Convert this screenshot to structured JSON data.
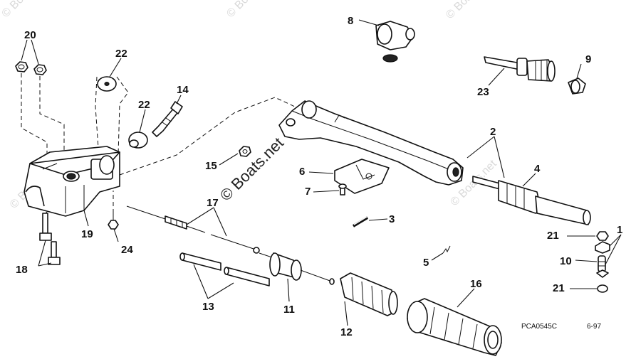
{
  "callouts": {
    "c1": "1",
    "c2": "2",
    "c3": "3",
    "c4": "4",
    "c5": "5",
    "c6": "6",
    "c7": "7",
    "c8": "8",
    "c9": "9",
    "c10": "10",
    "c11": "11",
    "c12": "12",
    "c13": "13",
    "c14": "14",
    "c15": "15",
    "c16": "16",
    "c17": "17",
    "c18": "18",
    "c19": "19",
    "c20": "20",
    "c21a": "21",
    "c21b": "21",
    "c22a": "22",
    "c22b": "22",
    "c23": "23",
    "c24": "24"
  },
  "reference_code": "PCA0545C",
  "reference_date": "6-97",
  "watermark": "© Boats.net",
  "corner_watermark": "© Boats.net"
}
